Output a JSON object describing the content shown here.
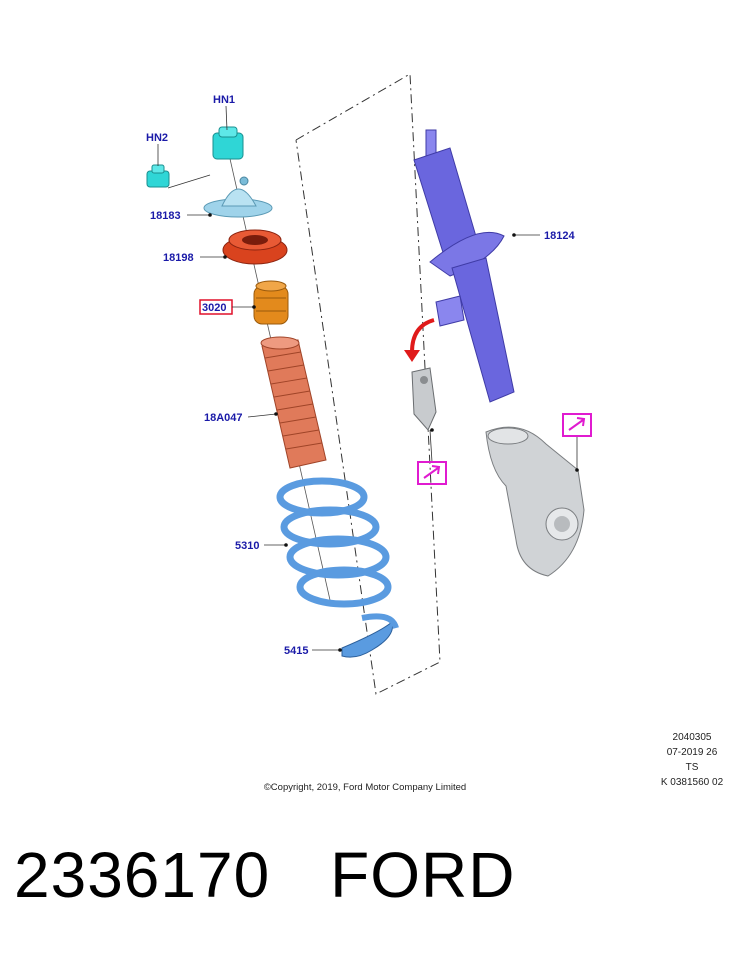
{
  "callouts": {
    "hn1": "HN1",
    "hn2": "HN2",
    "upper_mount": "18183",
    "spring_seat_upper": "18198",
    "bump_stop": "3020",
    "dust_boot": "18A047",
    "coil_spring": "5310",
    "spring_insulator": "5415",
    "strut": "18124"
  },
  "copyright": "©Copyright, 2019, Ford Motor Company Limited",
  "info_block": [
    "2040305",
    "07-2019 26",
    "TS",
    "K 0381560 02"
  ],
  "bottom": {
    "part_number": "2336170",
    "brand": "FORD"
  },
  "colors": {
    "callout_text": "#1a1aa8",
    "highlight_box": "#e0102a",
    "reference_box": "#e01bd0",
    "nut": "#2fd6d6",
    "mount": "#9fd3ea",
    "spring_seat": "#d9431e",
    "bump_stop": "#e38a1c",
    "dust_boot": "#e07a5a",
    "coil_spring": "#5a9be0",
    "strut": "#6a66de",
    "knuckle": "#d0d3d6"
  }
}
